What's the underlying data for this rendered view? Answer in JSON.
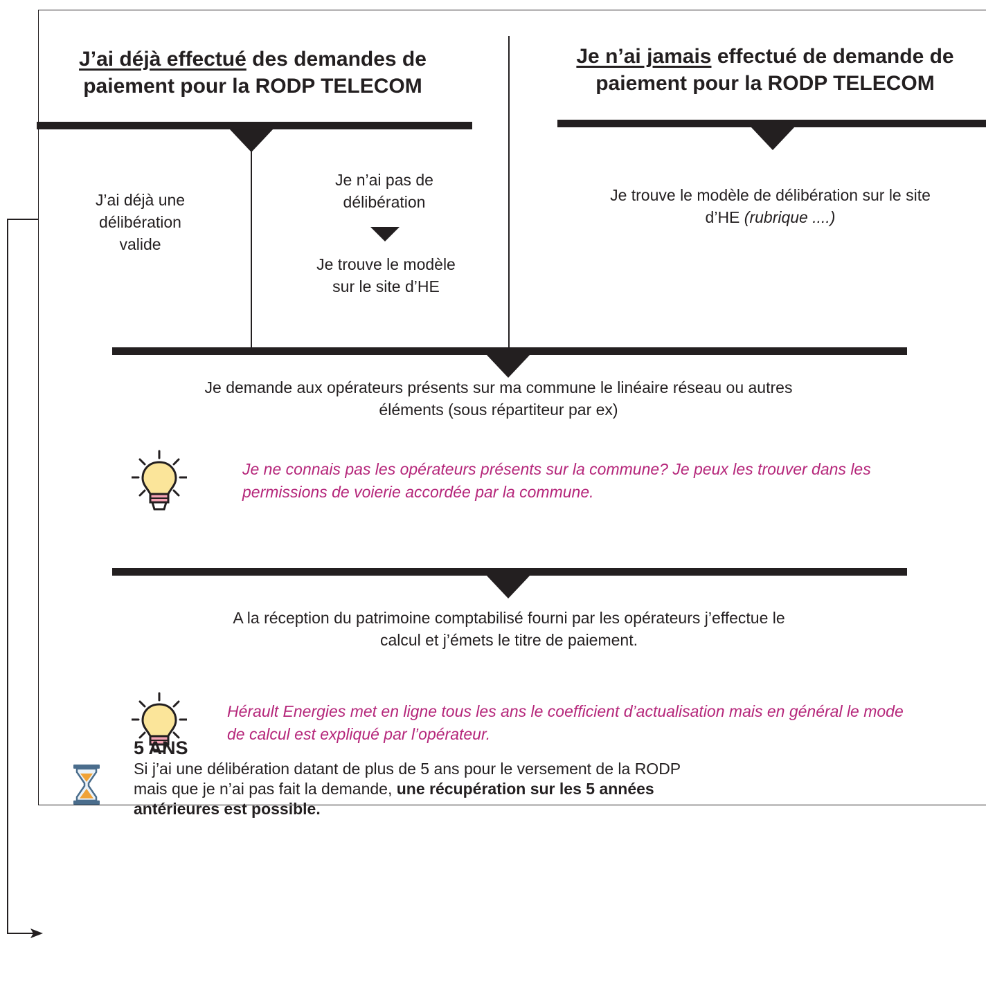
{
  "left_heading": {
    "underlined": "J’ai déjà effectué",
    "rest": "des demandes de paiement pour la RODP TELECOM"
  },
  "right_heading": {
    "underlined": "Je n’ai jamais",
    "rest": "effectué de demande de paiement pour la RODP TELECOM"
  },
  "left_col": {
    "valid_delib": "J’ai déjà une délibération valide",
    "no_delib": "Je n’ai pas de délibération",
    "find_model": "Je trouve le modèle sur le site d’HE"
  },
  "right_col": {
    "find_model_main": "Je trouve le modèle de délibération sur le site d’HE",
    "find_model_italic": "(rubrique ....)"
  },
  "step_request": "Je demande aux opérateurs présents sur ma commune le linéaire réseau ou autres éléments (sous répartiteur par ex)",
  "tip_operators": "Je ne connais pas les opérateurs présents sur la commune? Je peux les trouver dans les permissions de voierie accordée par la commune.",
  "step_calc": "A la réception du patrimoine comptabilisé fourni par les opérateurs j’effectue le calcul et j’émets le titre de paiement.",
  "tip_coeff": "Hérault Energies met en ligne tous les ans le coefficient d’actualisation mais en général le mode de calcul est expliqué par l’opérateur.",
  "note": {
    "title": "5 ANS",
    "body": "Si j’ai une délibération datant de plus de 5 ans pour le versement de la RODP mais que je n’ai pas fait la demande,",
    "body_bold": "une récupération sur les 5 années antérieures est possible."
  },
  "colors": {
    "ink": "#231f20",
    "tip": "#b5267a",
    "bulb": "#fbe59a",
    "bulb_base": "#f5a3b4",
    "hourglass_frame": "#4a6d8c",
    "sand": "#f0a236"
  },
  "icons": [
    "lightbulb-icon",
    "lightbulb-icon",
    "hourglass-icon",
    "arrow-right-icon"
  ]
}
